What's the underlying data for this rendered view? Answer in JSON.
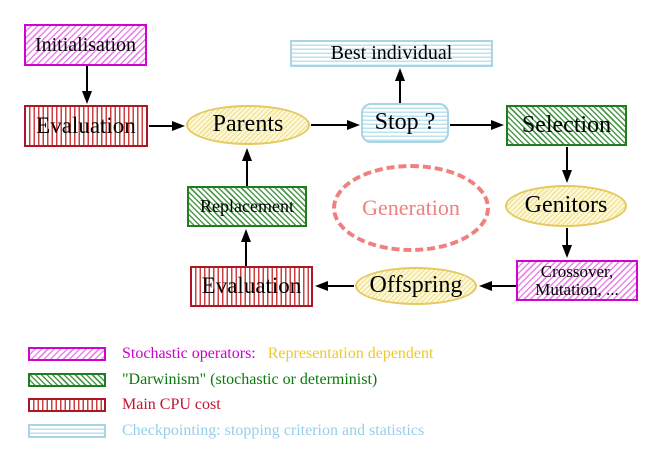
{
  "nodes": {
    "initialisation": "Initialisation",
    "evaluation_top": "Evaluation",
    "parents": "Parents",
    "best_individual": "Best individual",
    "stop": "Stop ?",
    "selection": "Selection",
    "genitors": "Genitors",
    "crossover_line1": "Crossover,",
    "crossover_line2": "Mutation, ...",
    "offspring": "Offspring",
    "evaluation_bottom": "Evaluation",
    "replacement": "Replacement",
    "generation": "Generation"
  },
  "legend": {
    "stochastic_label": "Stochastic operators:",
    "stochastic_note": "Representation dependent",
    "darwinism": "\"Darwinism\" (stochastic or determinist)",
    "cpu": "Main CPU cost",
    "checkpointing": "Checkpointing: stopping criterion and statistics"
  },
  "colors": {
    "magenta": "#cc00cc",
    "gold": "#edc92b",
    "green": "#0a7a0a",
    "red": "#c41230",
    "light_blue": "#96cfe9",
    "coral": "#f08080",
    "arrow_black": "#000000"
  }
}
